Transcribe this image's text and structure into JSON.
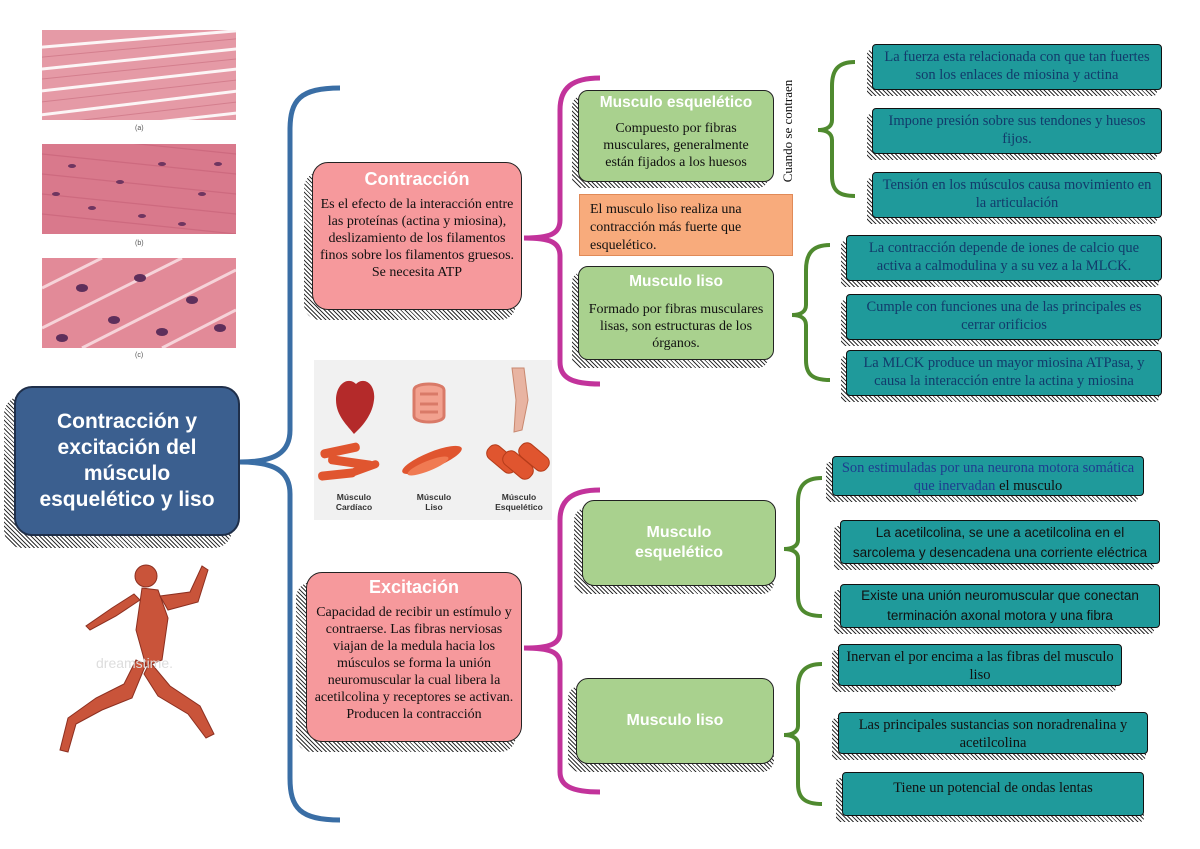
{
  "main_title": "Contracción y excitación del músculo esquelético y liso",
  "tissue_captions": [
    "(a)",
    "(b)",
    "(c)"
  ],
  "muscle_types": [
    {
      "label": "Músculo Cardíaco"
    },
    {
      "label": "Músculo Liso"
    },
    {
      "label": "Músculo Esquelético"
    }
  ],
  "contraccion": {
    "title": "Contracción",
    "body": "Es el efecto de la interacción entre las proteínas (actina y miosina), deslizamiento de los filamentos finos sobre los filamentos gruesos.\nSe necesita ATP"
  },
  "excitacion": {
    "title": "Excitación",
    "body": "Capacidad de recibir un estímulo y contraerse. Las fibras nerviosas viajan de la medula hacia los músculos se forma la unión neuromuscular la cual libera la acetilcolina y receptores se activan. Producen la contracción"
  },
  "contraccion_esqueletico": {
    "title": "Musculo esquelético",
    "body": "Compuesto por fibras musculares, generalmente están fijados a los huesos"
  },
  "nota_liso": "El musculo liso realiza una contracción más fuerte que esquelético.",
  "contraccion_liso": {
    "title": "Musculo liso",
    "body": "Formado por fibras musculares lisas, son estructuras de los órganos."
  },
  "cuando_se_contraen": "Cuando se contraen",
  "esqueletico_contraccion_items": [
    "La fuerza esta relacionada con que tan fuertes son los enlaces de miosina y actina",
    "Impone presión sobre sus tendones y huesos fijos.",
    "Tensión en los músculos causa movimiento en la articulación"
  ],
  "liso_contraccion_items": [
    "La contracción depende de iones de calcio que activa a calmodulina y a su vez a la MLCK.",
    "Cumple con funciones una de las principales es cerrar orificios",
    "La MLCK produce un mayor miosina ATPasa, y causa la interacción entre la actina y miosina"
  ],
  "excitacion_esqueletico": {
    "title": "Musculo esquelético"
  },
  "excitacion_liso": {
    "title": "Musculo liso"
  },
  "esqueletico_excitacion_items": [
    {
      "a": "Son estimuladas por una neurona motora somática que inervadan",
      "b": " el musculo"
    },
    {
      "a": "La acetilcolina, se une a acetilcolina en el sarcolema y desencadena una corriente eléctrica"
    },
    {
      "a": "Existe una unión neuromuscular que conectan terminación axonal motora y una fibra"
    }
  ],
  "liso_excitacion_items": [
    "Inervan el por encima a las fibras del musculo liso",
    "Las principales sustancias son noradrenalina y acetilcolina",
    "Tiene un potencial de ondas lentas"
  ],
  "watermark": "dreamstime.",
  "colors": {
    "navy": "#3b5f8f",
    "pink_box": "#f6999c",
    "green_box": "#a9d18e",
    "teal_box": "#1f9a9b",
    "blue_brace": "#3a6ea5",
    "magenta_brace": "#c2339b",
    "green_brace": "#4f8a2f",
    "orange_note": "#f8ab7c"
  }
}
